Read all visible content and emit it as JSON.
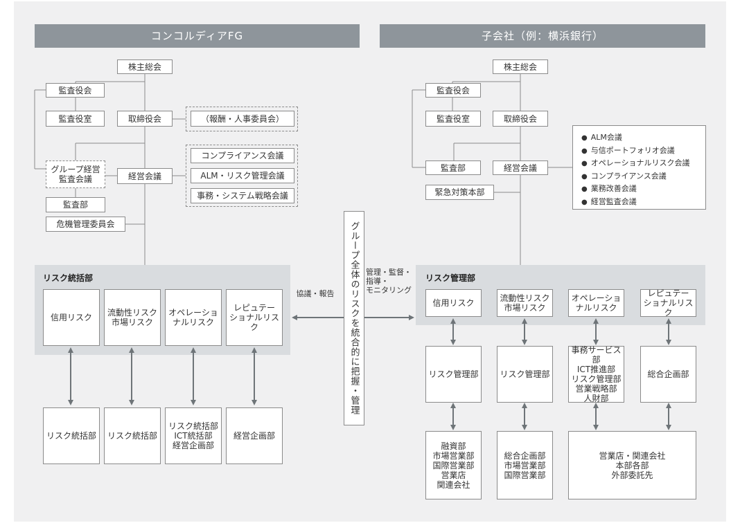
{
  "headers": {
    "left": "コンコルディアFG",
    "right": "子会社（例：横浜銀行）"
  },
  "left": {
    "shareholders": "株主総会",
    "auditors": "監査役会",
    "auditors_office": "監査役室",
    "board": "取締役会",
    "board_committee": "（報酬・人事委員会）",
    "group_audit": "グループ経営\n監査会議",
    "management_meeting": "経営会議",
    "committees": [
      "コンプライアンス会議",
      "ALM・リスク管理会議",
      "事務・システム戦略会議"
    ],
    "audit_dept": "監査部",
    "crisis_committee": "危機管理委員会",
    "risk_panel_title": "リスク統括部",
    "risk_boxes": [
      "信用リスク",
      "流動性リスク\n市場リスク",
      "オペレーショ\nナルリスク",
      "レピュテー\nショナルリスク"
    ],
    "dept_boxes": [
      "リスク統括部",
      "リスク統括部",
      "リスク統括部\nICT統括部\n経営企画部",
      "経営企画部"
    ]
  },
  "center": {
    "vertical_label": "グループ全体のリスクを統合的に把握・管理",
    "left_label": "協議・報告",
    "right_label": "管理・監督・\n指導・\nモニタリング"
  },
  "right": {
    "shareholders": "株主総会",
    "auditors": "監査役会",
    "auditors_office": "監査役室",
    "board": "取締役会",
    "audit_dept": "監査部",
    "management_meeting": "経営会議",
    "emergency": "緊急対策本部",
    "committees": [
      "ALM会議",
      "与信ポートフォリオ会議",
      "オペレーショナルリスク会議",
      "コンプライアンス会議",
      "業務改善会議",
      "経営監査会議"
    ],
    "risk_panel_title": "リスク管理部",
    "risk_boxes": [
      "信用リスク",
      "流動性リスク\n市場リスク",
      "オペレーショ\nナルリスク",
      "レピュテー\nショナルリスク"
    ],
    "dept_boxes": [
      "リスク管理部",
      "リスク管理部",
      "事務サービス部\nICT推進部\nリスク管理部\n営業戦略部\n人財部",
      "総合企画部"
    ],
    "bottom_boxes": [
      "融資部\n市場営業部\n国際営業部\n営業店\n関連会社",
      "総合企画部\n市場営業部\n国際営業部",
      "営業店・関連会社\n本部各部\n外部委託先"
    ]
  },
  "colors": {
    "header_bg": "#8e959b",
    "canvas_bg": "#f0f0f1",
    "panel_bg": "#d9dcdf",
    "arrow": "#6e7478",
    "line": "#8a8a8a"
  }
}
